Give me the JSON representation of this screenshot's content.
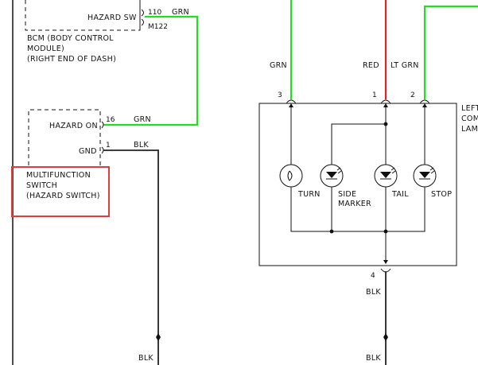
{
  "colors": {
    "green": "#22dd22",
    "red": "#dd2222",
    "black": "#222222",
    "highlight": "#e23b3b"
  },
  "bcm": {
    "hazard_sw_label": "HAZARD SW",
    "pin": "110",
    "wire_color": "GRN",
    "connector": "M122",
    "name_lines": [
      "BCM (BODY CONTROL",
      "MODULE)",
      "(RIGHT END OF DASH)"
    ]
  },
  "switch": {
    "hazard_on_label": "HAZARD ON",
    "hazard_on_pin": "16",
    "hazard_on_wire": "GRN",
    "gnd_label": "GND",
    "gnd_pin": "1",
    "gnd_wire": "BLK",
    "name_lines": [
      "MULTIFUNCTION",
      "SWITCH",
      "(HAZARD SWITCH)"
    ]
  },
  "lamp": {
    "name_lines": [
      "LEFT",
      "COM",
      "LAM"
    ],
    "inputs": [
      {
        "pin": "3",
        "wire": "GRN"
      },
      {
        "pin": "1",
        "wire": "RED"
      },
      {
        "pin": "2",
        "wire": "LT GRN"
      }
    ],
    "bulbs": [
      {
        "label_lines": [
          "TURN"
        ]
      },
      {
        "label_lines": [
          "SIDE",
          "MARKER"
        ]
      },
      {
        "label_lines": [
          "TAIL"
        ]
      },
      {
        "label_lines": [
          "STOP"
        ]
      }
    ],
    "ground_pin": "4",
    "ground_wire": "BLK"
  },
  "ground_labels": {
    "left": "BLK",
    "right": "BLK"
  }
}
